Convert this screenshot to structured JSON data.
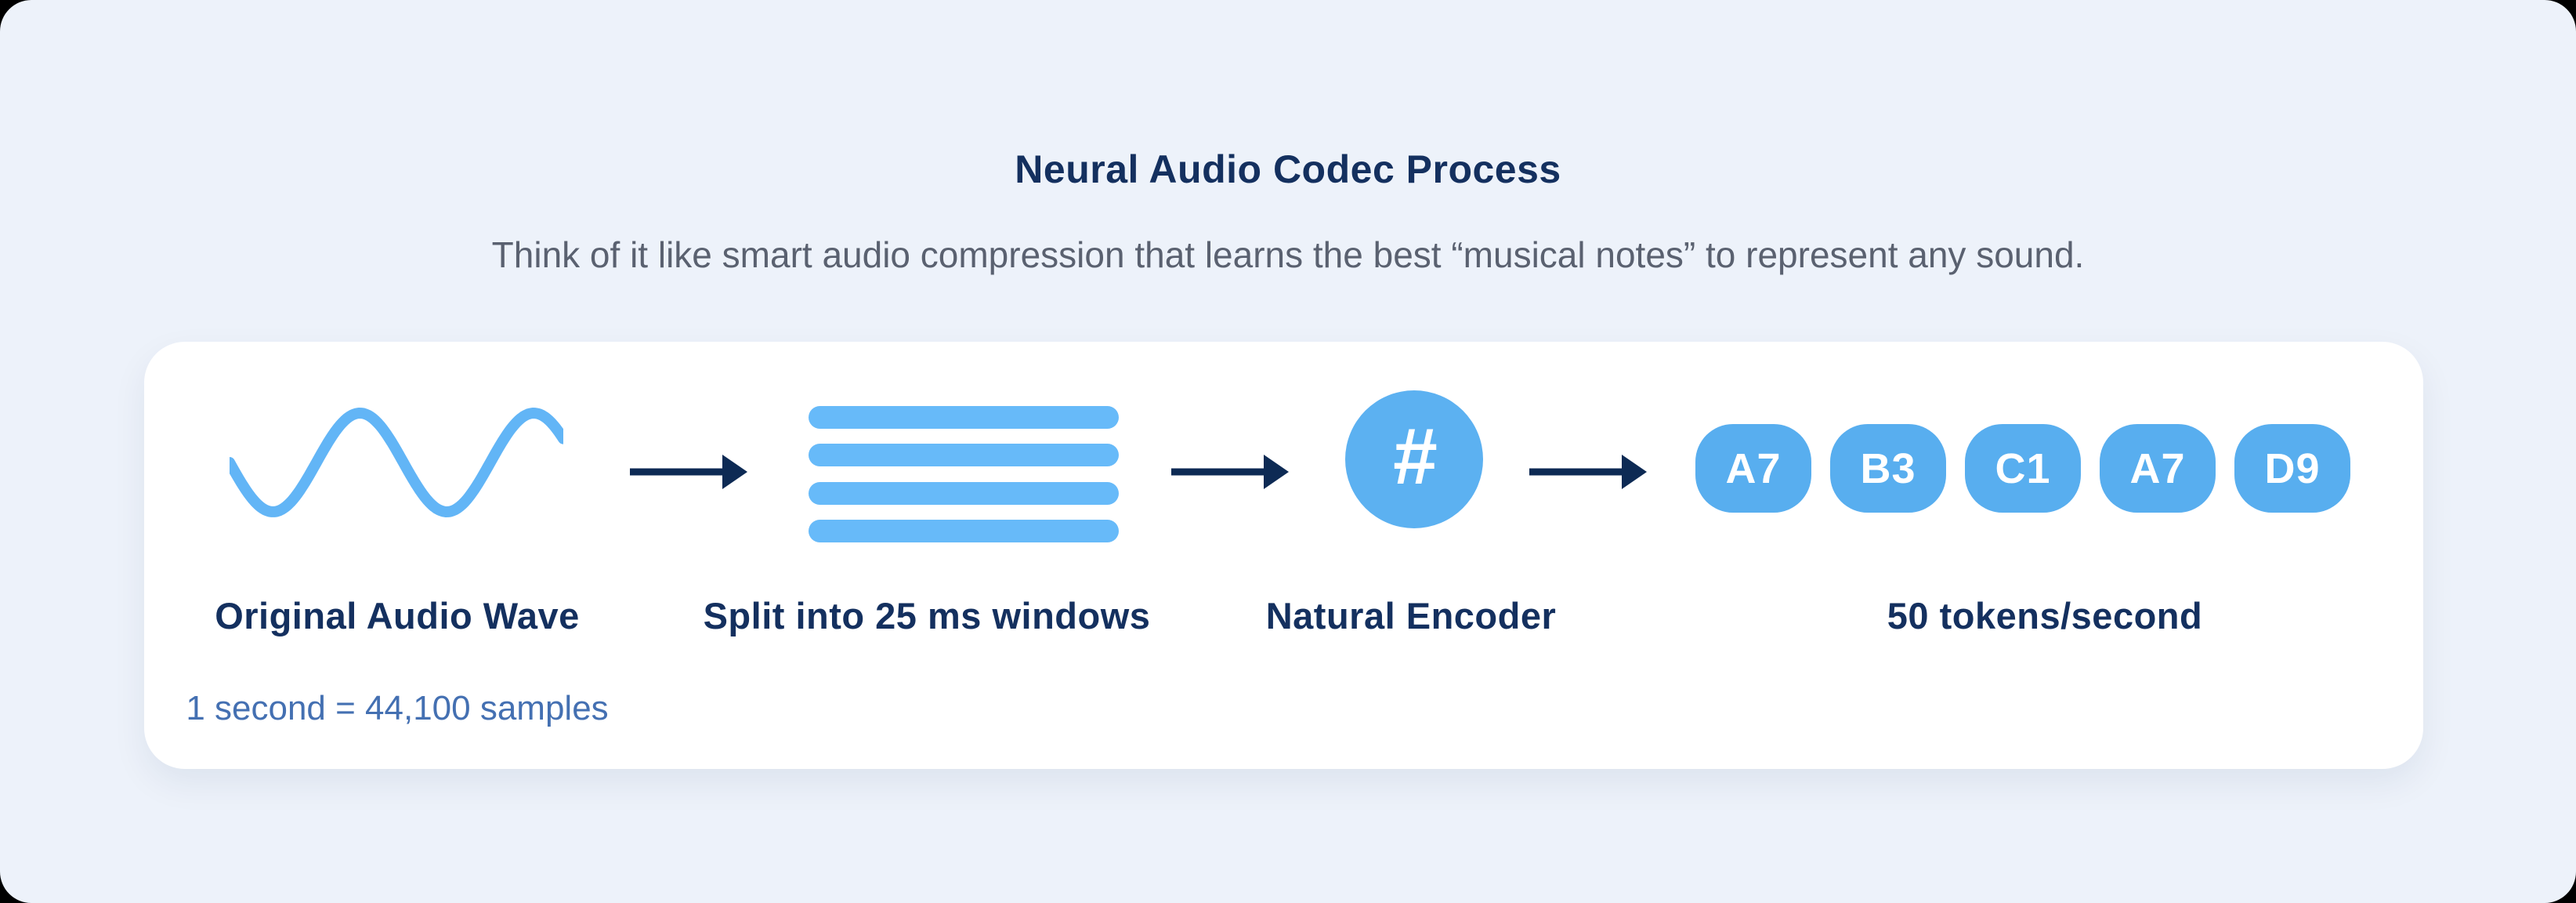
{
  "header": {
    "title": "Neural Audio Codec Process",
    "subtitle": "Think of it like smart audio compression that learns the best “musical notes” to represent any sound."
  },
  "card": {
    "steps": [
      {
        "icon": "sine-wave-icon",
        "label": "Original Audio Wave",
        "sublabel": "1 second = 44,100 samples"
      },
      {
        "icon": "window-bars-icon",
        "label": "Split into 25 ms windows",
        "bar_count": 4
      },
      {
        "icon": "hash-circle-icon",
        "label": "Natural Encoder",
        "symbol": "#"
      },
      {
        "icon": "token-chips-icon",
        "label": "50 tokens/second",
        "tokens": [
          "A7",
          "B3",
          "C1",
          "A7",
          "D9"
        ]
      }
    ]
  },
  "colors": {
    "page_background": "#EDF2FA",
    "corner_background": "#000000",
    "card_background": "#FFFFFF",
    "navy_text": "#14305F",
    "subtitle_gray": "#5A6170",
    "wave_blue": "#62B5F6",
    "bar_blue": "#67BAF9",
    "encoder_blue": "#5CB1F1",
    "token_blue": "#58AEEF",
    "arrow_navy": "#0D2A54",
    "sublabel_blue": "#4470B2"
  }
}
